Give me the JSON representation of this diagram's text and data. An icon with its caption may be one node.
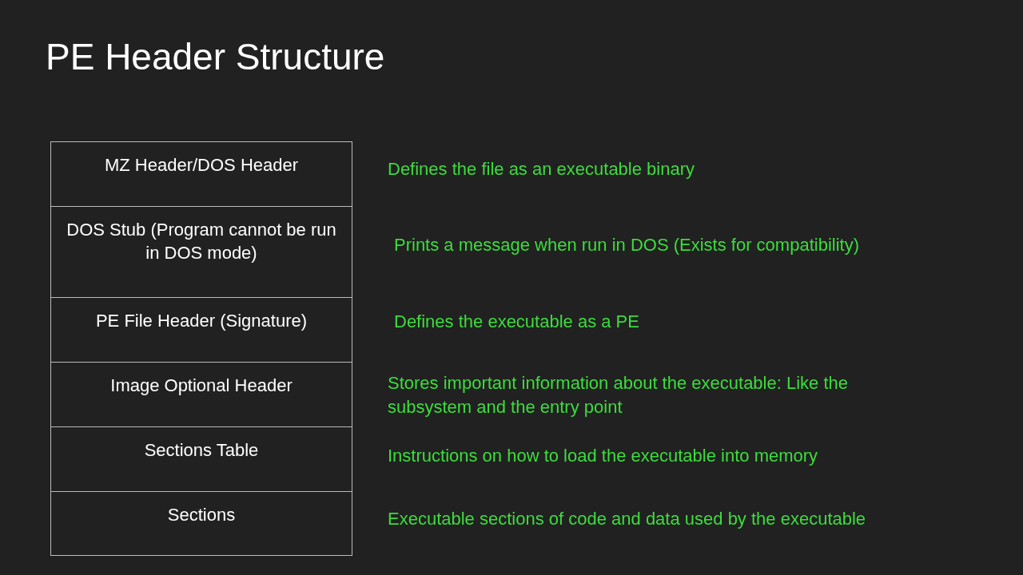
{
  "diagram": {
    "title": "PE Header Structure",
    "nodes": [
      {
        "text": [
          "MZ Header/DOS Header"
        ],
        "beside": [
          "Defines the file as an executable binary"
        ]
      },
      {
        "text": [
          "DOS Stub (Program cannot be run in DOS mode)"
        ],
        "beside": [
          "Prints a message when run in DOS (Exists for compatibility)"
        ]
      },
      {
        "text": [
          "PE File Header (Signature)"
        ],
        "beside": [
          "Defines the executable as a PE"
        ]
      },
      {
        "text": [
          "Image Optional Header"
        ],
        "beside": [
          "Stores important information about the executable: Like the subsystem and the entry point"
        ]
      },
      {
        "text": [
          "Sections Table"
        ],
        "beside": [
          "Instructions on how to load the executable into memory"
        ]
      },
      {
        "text": [
          "Sections"
        ],
        "beside": [
          "Executable sections of code and data used by the executable"
        ]
      }
    ],
    "edges": []
  }
}
